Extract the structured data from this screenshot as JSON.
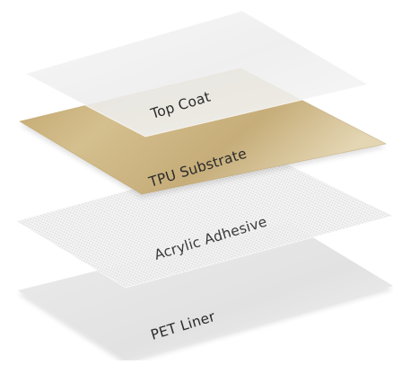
{
  "layers": [
    {
      "id": "top-coat",
      "label": "Top Coat",
      "fill": "#eeeeee",
      "text_color": "#2a2a2a"
    },
    {
      "id": "tpu-substrate",
      "label": "TPU Substrate",
      "fill": "#c8b07a",
      "text_color": "#2a2a2a"
    },
    {
      "id": "acrylic-adhesive",
      "label": "Acrylic Adhesive",
      "fill": "#f2f2f2",
      "text_color": "#3a3a3a",
      "pattern": "fine-dot-mesh"
    },
    {
      "id": "pet-liner",
      "label": "PET Liner",
      "fill": "#e6e6e6",
      "text_color": "#2a2a2a"
    }
  ]
}
